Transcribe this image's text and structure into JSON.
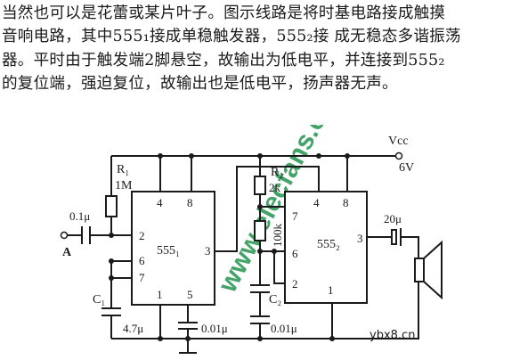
{
  "paragraph": {
    "lines": [
      "当然也可以是花蕾或某片叶子。图示线路是将时基电路接成触摸",
      "音响电路，其中555₁接成单稳触发器，555₂接 成无稳态多谐振荡",
      "器。平时由于触发端2脚悬空，故输出为低电平，并连接到555₂",
      "的复位端，强迫复位，故输出也是低电平，扬声器无声。"
    ]
  },
  "diagram": {
    "supply_label": "Vcc",
    "supply_value": "6V",
    "input_label": "A",
    "input_cap": "0.1μ",
    "r1_label": "R₁",
    "r1_value": "1M",
    "r2_label": "R₂",
    "r2_value": "2k",
    "r3_value": "100k",
    "c1_label": "C₁",
    "c1_value": "4.7μ",
    "c2_label": "C₂",
    "c2_value": "0.01μ",
    "c_ctrl_value": "0.01μ",
    "c_out_value": "20μ",
    "ic1_name": "555₁",
    "ic2_name": "555₂",
    "ic1_pins": {
      "p4": "4",
      "p8": "8",
      "p2": "2",
      "p6": "6",
      "p7": "7",
      "p3": "3",
      "p1": "1",
      "p5": "5"
    },
    "ic2_pins": {
      "p4": "4",
      "p8": "8",
      "p7": "7",
      "p6": "6",
      "p2": "2",
      "p3": "3",
      "p1": "1"
    },
    "watermark": "www.elecfans.com",
    "source": "ybx8.cn"
  }
}
